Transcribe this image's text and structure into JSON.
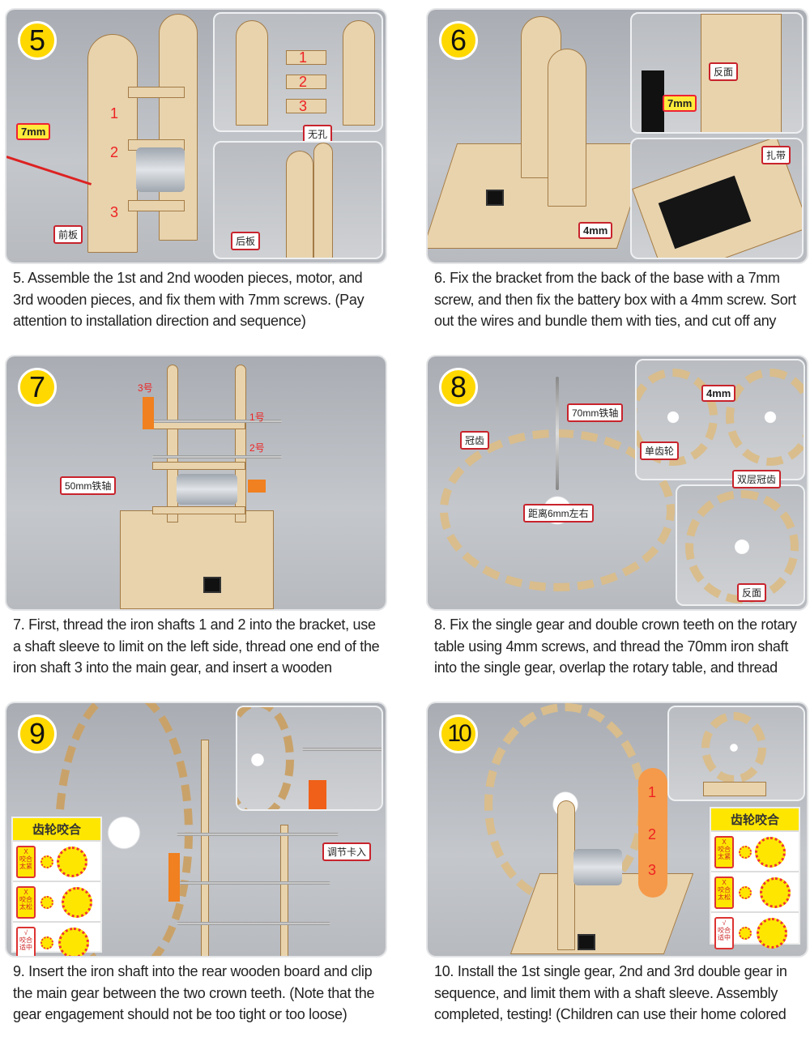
{
  "steps": [
    {
      "number": "5",
      "caption": "5. Assemble the 1st and 2nd wooden pieces, motor, and 3rd wooden pieces, and fix them with 7mm screws. (Pay attention to installation direction and sequence)",
      "labels": {
        "screw": "7mm",
        "front_board": "前板",
        "no_hole": "无孔",
        "back_board": "后板",
        "n1": "1",
        "n2": "2",
        "n3": "3"
      }
    },
    {
      "number": "6",
      "caption": "6. Fix the bracket from the back of the base with a 7mm screw, and then fix the battery box with a 4mm screw. Sort out the wires and bundle them with ties, and cut off any",
      "labels": {
        "reverse": "反面",
        "screw7": "7mm",
        "cable_tie": "扎带",
        "screw4": "4mm"
      }
    },
    {
      "number": "7",
      "caption": "7. First, thread the iron shafts 1 and 2 into the bracket, use a shaft sleeve to limit on the left side, thread one end of the iron shaft 3 into the main gear, and insert a wooden",
      "labels": {
        "no3": "3号",
        "no1": "1号",
        "no2": "2号",
        "shaft50": "50mm铁轴"
      }
    },
    {
      "number": "8",
      "caption": "8. Fix the single gear and double crown teeth on the rotary table using 4mm screws, and thread the 70mm iron shaft into the single gear, overlap the rotary table, and thread",
      "labels": {
        "shaft70": "70mm铁轴",
        "crown": "冠齿",
        "distance": "距离6mm左右",
        "screw4": "4mm",
        "single_gear": "单齿轮",
        "double_crown": "双层冠齿",
        "reverse": "反面"
      }
    },
    {
      "number": "9",
      "caption": "9. Insert the iron shaft into the rear wooden board and clip the main gear between the two crown teeth. (Note that the gear engagement should not be too tight or too loose)",
      "labels": {
        "adjust": "调节卡入"
      },
      "gear_chart": {
        "title": "齿轮咬合",
        "rows": [
          {
            "mark": "X",
            "text": "咬合太紧"
          },
          {
            "mark": "X",
            "text": "咬合太松"
          },
          {
            "mark": "√",
            "text": "咬合适中"
          }
        ]
      }
    },
    {
      "number": "10",
      "caption": "10. Install the 1st single gear, 2nd and 3rd double gear in sequence, and limit them with a shaft sleeve. Assembly completed, testing! (Children can use their home colored",
      "labels": {
        "n1": "1",
        "n2": "2",
        "n3": "3"
      },
      "gear_chart": {
        "title": "齿轮咬合",
        "rows": [
          {
            "mark": "X",
            "text": "咬合太紧"
          },
          {
            "mark": "X",
            "text": "咬合太松"
          },
          {
            "mark": "√",
            "text": "咬合适中"
          }
        ]
      }
    }
  ]
}
